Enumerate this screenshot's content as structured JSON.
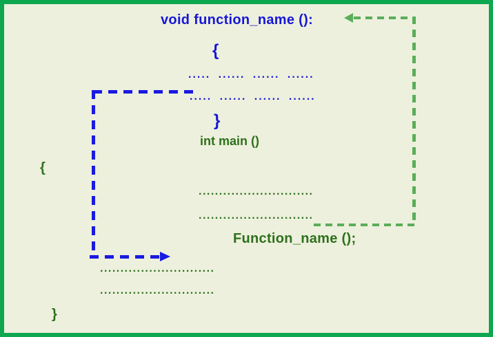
{
  "colors": {
    "border_green": "#0ca74f",
    "background": "#edf0dd",
    "code_blue": "#1717d5",
    "code_green": "#2e701c",
    "arrow_green": "#5bad5a",
    "arrow_blue": "#1a1ae0"
  },
  "function_definition": {
    "header": "void function_name ():",
    "open_brace": "{",
    "body_line_1": "..... ...... ...... ......",
    "body_line_2": "..... ...... ...... ......",
    "close_brace": "}"
  },
  "main_function": {
    "header": "int main ()",
    "open_brace": "{",
    "body_line_1": "............................",
    "body_line_2": "............................",
    "call_statement": "Function_name ();",
    "body_line_3": "............................",
    "body_line_4": "............................",
    "close_brace": "}"
  }
}
